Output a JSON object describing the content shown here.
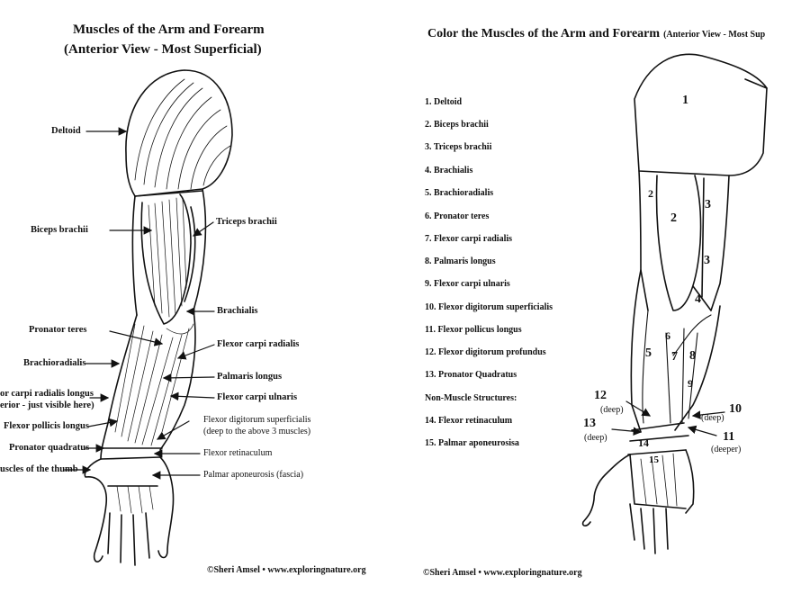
{
  "left": {
    "title_line1": "Muscles of the Arm and Forearm",
    "title_line2": "(Anterior View - Most Superficial)",
    "labels": {
      "deltoid": "Deltoid",
      "biceps": "Biceps brachii",
      "triceps": "Triceps brachii",
      "brachialis": "Brachialis",
      "pronator_teres": "Pronator teres",
      "flexor_carpi_radialis": "Flexor carpi radialis",
      "brachioradialis": "Brachioradialis",
      "palmaris_longus": "Palmaris longus",
      "ecr_longus_1": "or carpi radialis longus",
      "ecr_longus_2": "erior - just visible here)",
      "flexor_carpi_ulnaris": "Flexor carpi ulnaris",
      "flexor_pollicis_longus": "Flexor pollicis longus",
      "fds_1": "Flexor digitorum superficialis",
      "fds_2": "(deep to the above 3 muscles)",
      "pronator_quadratus": "Pronator quadratus",
      "flexor_retinaculum": "Flexor retinaculum",
      "thumb": "uscles of the thumb",
      "palmar_aponeurosis": "Palmar aponeurosis (fascia)"
    },
    "credit": "©Sheri Amsel • www.exploringnature.org"
  },
  "right": {
    "title_main": "Color the Muscles of the Arm and Forearm",
    "title_suffix": "(Anterior View - Most Sup",
    "list": [
      "1. Deltoid",
      "2. Biceps brachii",
      "3. Triceps brachii",
      "4. Brachialis",
      "5. Brachioradialis",
      "6. Pronator teres",
      "7. Flexor carpi radialis",
      "8. Palmaris longus",
      "9. Flexor carpi ulnaris",
      "10. Flexor digitorum superficialis",
      "11. Flexor pollicus longus",
      "12. Flexor digitorum profundus",
      "13. Pronator Quadratus",
      "Non-Muscle Structures:",
      "14. Flexor retinaculum",
      "15. Palmar aponeurosisa"
    ],
    "numbers": [
      "1",
      "2",
      "2",
      "3",
      "3",
      "4",
      "5",
      "6",
      "7",
      "8",
      "9",
      "10",
      "11",
      "12",
      "13",
      "14",
      "15"
    ],
    "deep_label": "(deep)",
    "deeper_label": "(deeper)",
    "credit": "©Sheri Amsel • www.exploringnature.org"
  }
}
